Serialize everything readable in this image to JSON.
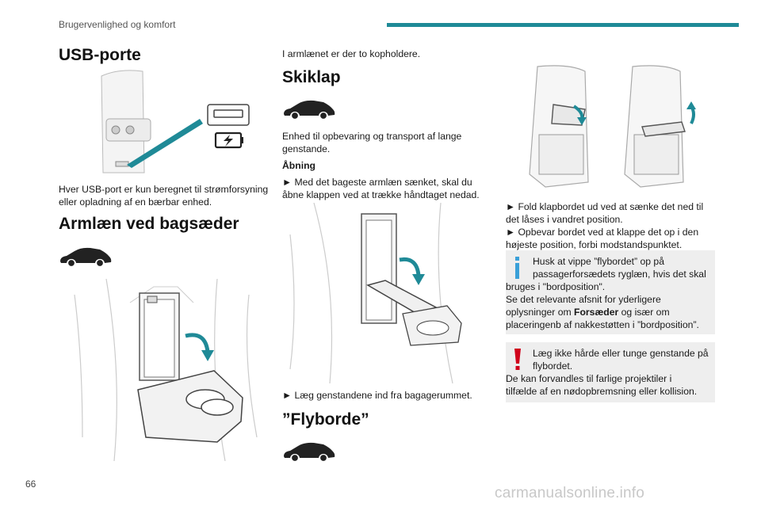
{
  "header": {
    "section": "Brugervenlighed og komfort",
    "accent": "#1f8a97"
  },
  "page_number": "66",
  "watermark": "carmanualsonline.info",
  "col1": {
    "usb_title": "USB-porte",
    "usb_text_1": "Hver USB-port er kun beregnet til strømforsyning",
    "usb_text_2": "eller opladning af en bærbar enhed.",
    "armrest_title": "Armlæn ved bagsæder"
  },
  "col2": {
    "cupholders_text": "I armlænet er der to kopholdere.",
    "ski_title": "Skiklap",
    "ski_desc_1": "Enhed til opbevaring og transport af lange",
    "ski_desc_2": "genstande.",
    "opening_label": "Åbning",
    "opening_step_1": "►  Med det bageste armlæn sænket, skal du",
    "opening_step_2": "åbne klappen ved at trække håndtaget nedad.",
    "load_step": "►  Læg genstandene ind fra bagagerummet.",
    "tray_title": "”Flyborde”"
  },
  "col3": {
    "step1_a": "►  Fold klapbordet ud ved at sænke det ned til",
    "step1_b": "det låses i vandret position.",
    "step2_a": "►  Opbevar bordet ved at klappe det op i den",
    "step2_b": "højeste position, forbi modstandspunktet.",
    "info_note": {
      "l1": "Husk at vippe ”flybordet” op på",
      "l2": "passagerforsædets ryglæn, hvis det skal",
      "l3": "bruges i \"bordposition\".",
      "l4": "Se det relevante afsnit for yderligere",
      "l5_pre": "oplysninger om ",
      "l5_bold": "Forsæder",
      "l5_post": " og især om",
      "l6": "placeringenb af nakkestøtten i ”bordposition”."
    },
    "warning_note": {
      "l1": "Læg ikke hårde eller tunge genstande på",
      "l2": "flybordet.",
      "l3": "De kan forvandles til farlige projektiler i",
      "l4": "tilfælde af en nødopbremsning eller kollision."
    }
  },
  "colors": {
    "teal": "#1f8a97",
    "warning_red": "#d0021b",
    "info_blue": "#3aa0d8",
    "note_bg": "#eeeeee"
  }
}
